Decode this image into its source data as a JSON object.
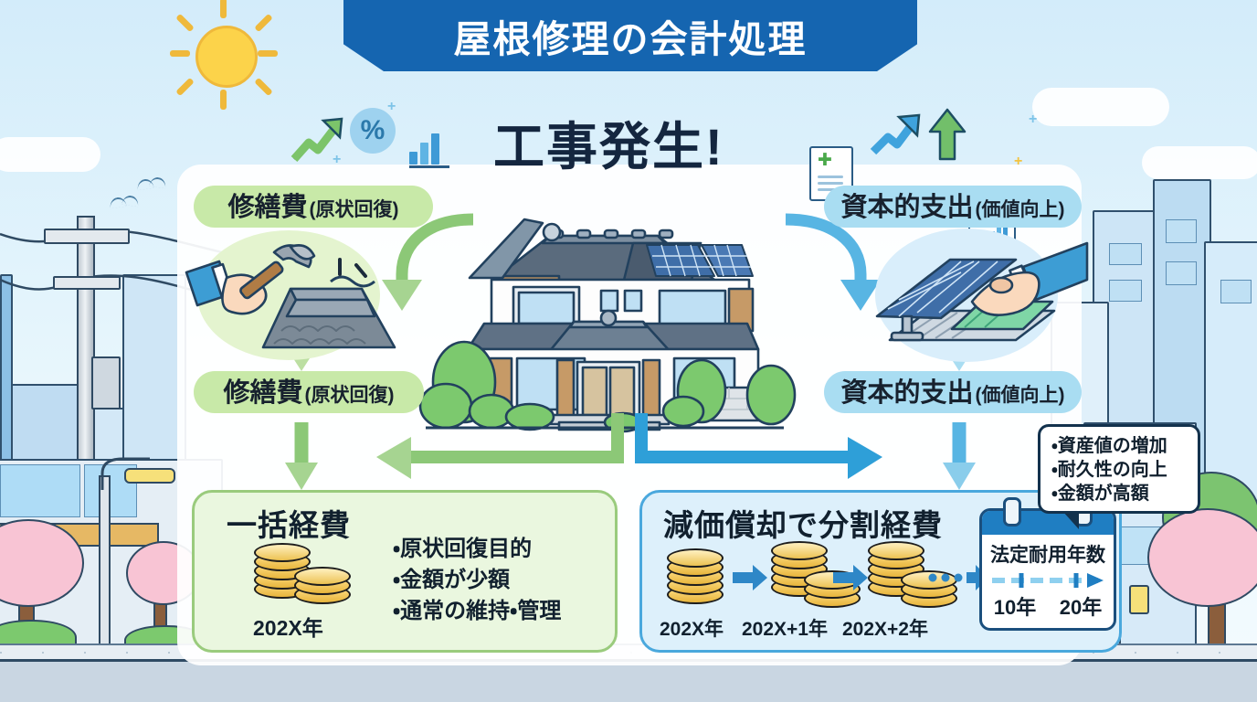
{
  "banner": {
    "title": "屋根修理の会計処理"
  },
  "headline": {
    "text": "工事発生!"
  },
  "branches": {
    "repair": {
      "pill_top": {
        "main": "修繕費",
        "sub": "(原状回復)"
      },
      "pill_bottom": {
        "main": "修繕費",
        "sub": "(原状回復)"
      },
      "icon": "hammer-roof-tile-icon",
      "result": {
        "title": "一括経費",
        "coin_year": "202X年",
        "bullets": [
          "・原状回復目的",
          "・金額が少額",
          "・通常の維持・管理"
        ]
      }
    },
    "capital": {
      "pill_top": {
        "main": "資本的支出",
        "sub": "(価値向上)"
      },
      "pill_bottom": {
        "main": "資本的支出",
        "sub": "(価値向上)"
      },
      "icon": "solar-panel-install-icon",
      "result": {
        "title": "減価償却で分割経費",
        "timeline": [
          "202X年",
          "202X+1年",
          "202X+2年"
        ],
        "calendar": {
          "title": "法定耐用年数",
          "years": [
            "10年",
            "20年"
          ]
        }
      },
      "bubble": [
        "・資産値の増加",
        "・耐久性の向上",
        "・金額が高額"
      ]
    }
  },
  "center": {
    "illustration": "japanese-house-with-solar-panels"
  },
  "decor": {
    "sun": "sun-icon",
    "percent": "%",
    "icons": [
      "green-up-arrow-icon",
      "bar-chart-icon",
      "document-plus-icon",
      "blue-trend-arrow-icon",
      "green-arrow-up-icon",
      "report-chart-icon"
    ],
    "sparkles": [
      "+",
      "+",
      "+"
    ]
  },
  "colors": {
    "banner_blue": "#1565b0",
    "pill_green": "#c8e9a8",
    "pill_blue": "#a9ddf2",
    "box_green_bg": "#eaf7df",
    "box_green_border": "#9acb7d",
    "box_blue_bg": "#ddf0fb",
    "box_blue_border": "#4aa8dd",
    "arrow_green": "#8cc877",
    "arrow_blue": "#2e9fd8",
    "headline": "#14263f",
    "sky": "#d3ecfa"
  }
}
